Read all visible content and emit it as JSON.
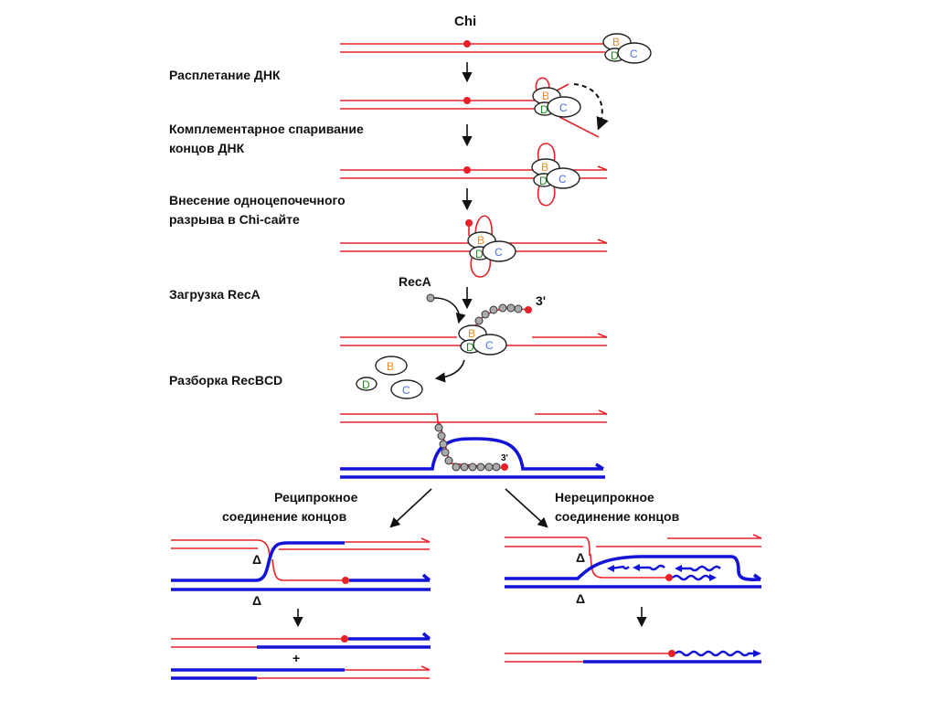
{
  "diagram": {
    "chi_label": "Chi",
    "steps": [
      {
        "label": "Расплетание ДНК"
      },
      {
        "label_line1": "Комплементарное спаривание",
        "label_line2": "концов ДНК"
      },
      {
        "label_line1": "Внесение одноцепочечного",
        "label_line2": "разрыва в Chi-сайте"
      },
      {
        "label": "Загрузка RecA"
      },
      {
        "label": "Разборка RecBCD"
      }
    ],
    "enzyme_subunits": {
      "B": "B",
      "C": "C",
      "D": "D"
    },
    "subunit_colors": {
      "B": "#f08a24",
      "C": "#4a6fe0",
      "D": "#1a8a1a"
    },
    "reca_label": "RecA",
    "three_prime": "3'",
    "branches": {
      "reciprocal": {
        "line1": "Реципрокное",
        "line2": "соединение концов"
      },
      "nonreciprocal": {
        "line1": "Нереципрокное",
        "line2": "соединение концов"
      }
    },
    "delta_symbol": "Δ",
    "plus_symbol": "+",
    "colors": {
      "dna_red": "#e8202a",
      "dna_blue": "#1414d8",
      "chi_dot": "#e8202a"
    }
  }
}
